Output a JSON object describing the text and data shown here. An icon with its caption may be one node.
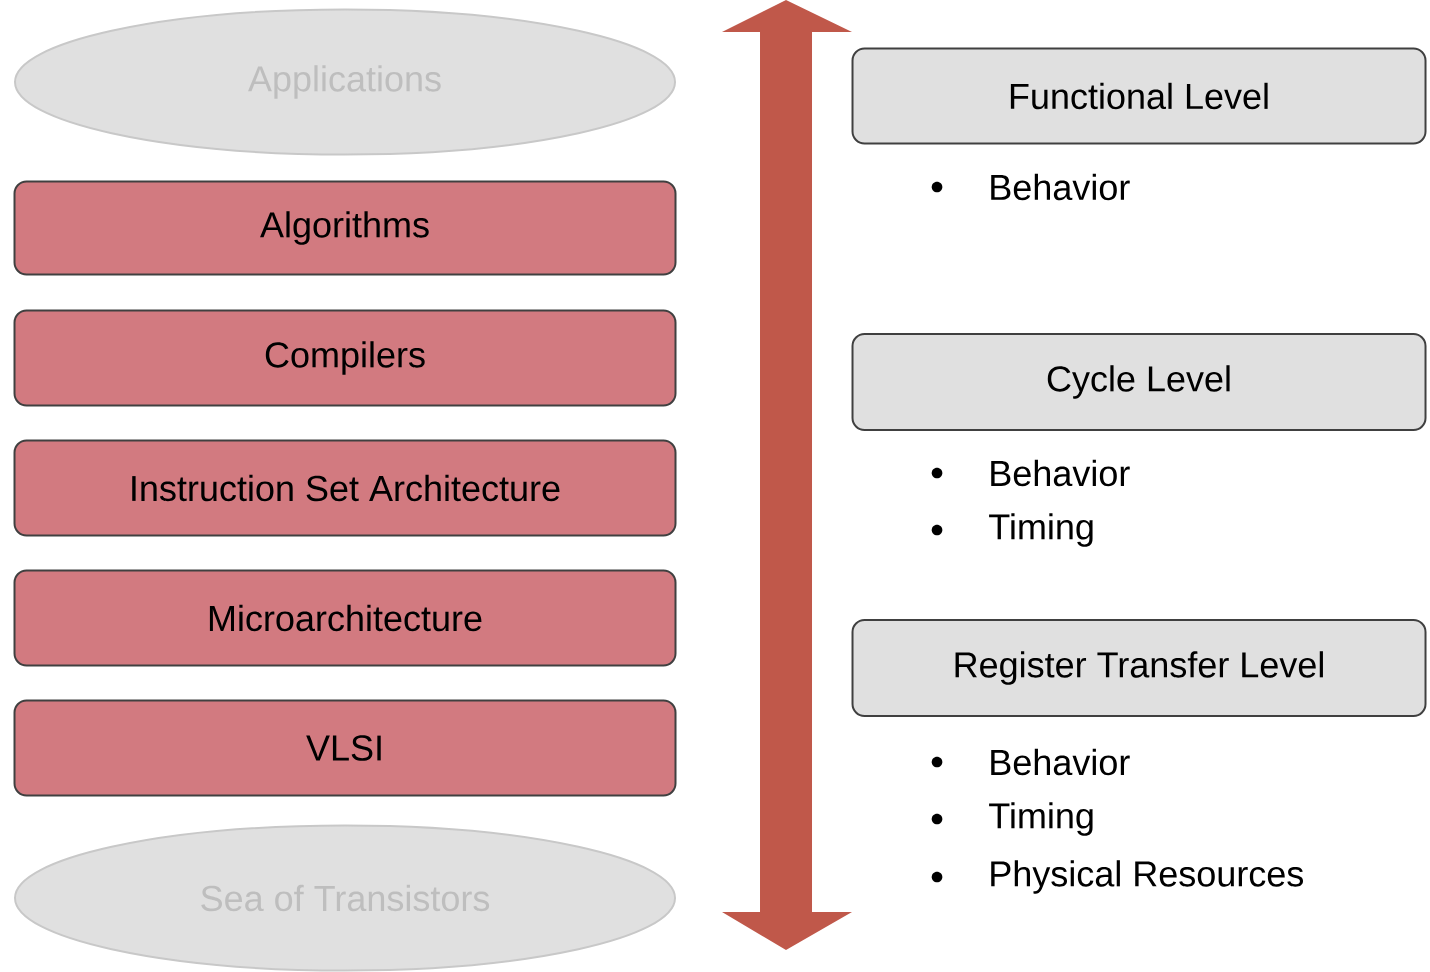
{
  "diagram": {
    "nodes": [
      {
        "text": [
          "Applications"
        ]
      },
      {
        "text": [
          "Algorithms"
        ]
      },
      {
        "text": [
          "Compilers"
        ]
      },
      {
        "text": [
          "Instruction Set Architecture"
        ]
      },
      {
        "text": [
          "Microarchitecture"
        ]
      },
      {
        "text": [
          "VLSI"
        ]
      },
      {
        "text": [
          "Sea of Transistors"
        ]
      },
      {
        "text": [
          "Functional Level"
        ],
        "beside": [
          "Behavior"
        ]
      },
      {
        "text": [
          "Cycle Level"
        ],
        "beside": [
          "Behavior",
          "Timing"
        ]
      },
      {
        "text": [
          "Register Transfer Level"
        ],
        "beside": [
          "Behavior",
          "Timing",
          "Physical Resources"
        ]
      }
    ],
    "edges": []
  }
}
